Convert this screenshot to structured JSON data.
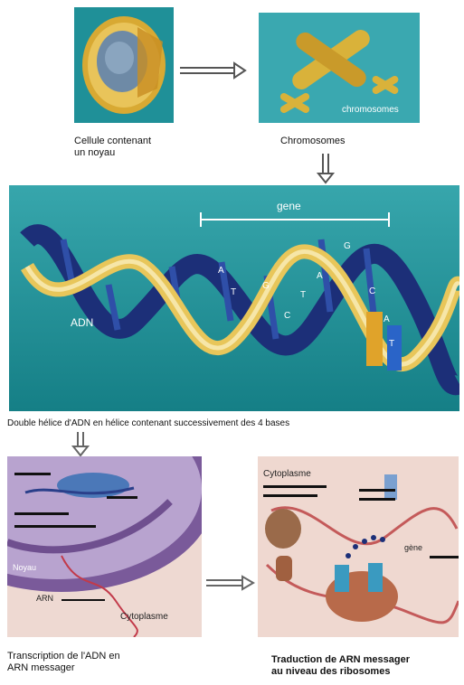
{
  "panels": {
    "cell": {
      "caption_line1": "Cellule contenant",
      "caption_line2": "un noyau"
    },
    "chromosomes": {
      "image_label": "chromosomes",
      "caption": "Chromosomes"
    },
    "dna": {
      "gene_label": "gene",
      "adn_label": "ADN",
      "bases": [
        "A",
        "T",
        "G",
        "C",
        "T",
        "A",
        "G",
        "C",
        "A",
        "T"
      ],
      "caption": "Double hélice d'ADN en hélice contenant successivement des 4 bases"
    },
    "transcription": {
      "noyau_label": "Noyau",
      "arn_label": "ARN",
      "cytoplasm_label": "Cytoplasme",
      "caption_line1": "Transcription de l'ADN en",
      "caption_line2": "ARN messager"
    },
    "translation": {
      "cytoplasm_label": "Cytoplasme",
      "gene_label": "gène",
      "caption_line1": "Traduction de ARN messager",
      "caption_line2": "au niveau des ribosomes"
    }
  },
  "colors": {
    "teal": "#1f8f96",
    "gold": "#d9a93a",
    "navy": "#1c2f78",
    "pink": "#e7cbc8",
    "purple": "#7f5c9f"
  }
}
